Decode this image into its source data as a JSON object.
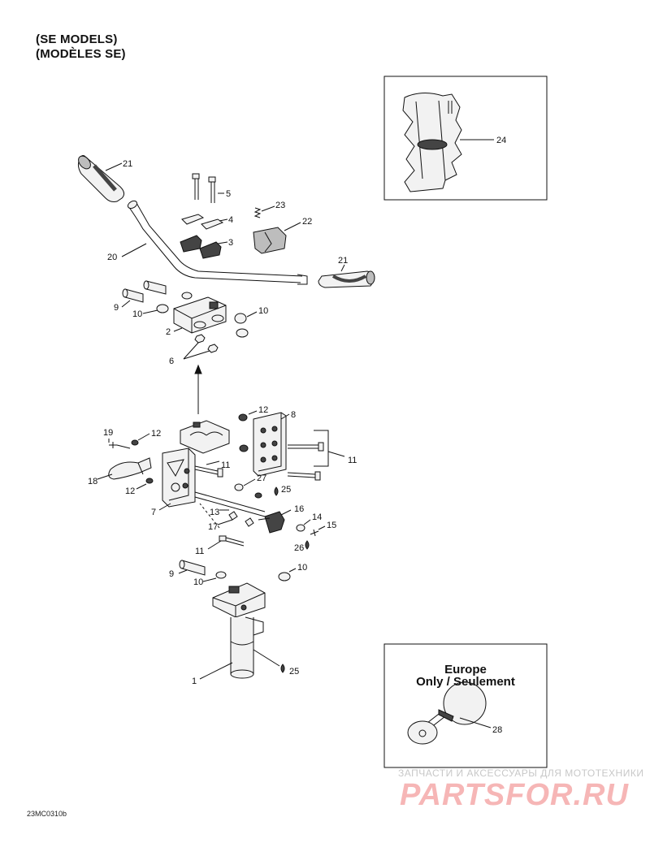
{
  "header": {
    "line1": "(SE MODELS)",
    "line2": "(MODÈLES SE)"
  },
  "europe_box": {
    "line1": "Europe",
    "line2": "Only / Seulement"
  },
  "callouts": [
    {
      "id": "c24",
      "label": "24"
    },
    {
      "id": "c21a",
      "label": "21"
    },
    {
      "id": "c5",
      "label": "5"
    },
    {
      "id": "c23",
      "label": "23"
    },
    {
      "id": "c4",
      "label": "4"
    },
    {
      "id": "c22",
      "label": "22"
    },
    {
      "id": "c3",
      "label": "3"
    },
    {
      "id": "c20",
      "label": "20"
    },
    {
      "id": "c21b",
      "label": "21"
    },
    {
      "id": "c9a",
      "label": "9"
    },
    {
      "id": "c10a",
      "label": "10"
    },
    {
      "id": "c10b",
      "label": "10"
    },
    {
      "id": "c2",
      "label": "2"
    },
    {
      "id": "c6",
      "label": "6"
    },
    {
      "id": "c12a",
      "label": "12"
    },
    {
      "id": "c8",
      "label": "8"
    },
    {
      "id": "c19",
      "label": "19"
    },
    {
      "id": "c12b",
      "label": "12"
    },
    {
      "id": "c11a",
      "label": "11"
    },
    {
      "id": "c11b",
      "label": "11"
    },
    {
      "id": "c18",
      "label": "18"
    },
    {
      "id": "c27",
      "label": "27"
    },
    {
      "id": "c12c",
      "label": "12"
    },
    {
      "id": "c25a",
      "label": "25"
    },
    {
      "id": "c7",
      "label": "7"
    },
    {
      "id": "c13",
      "label": "13"
    },
    {
      "id": "c16",
      "label": "16"
    },
    {
      "id": "c14",
      "label": "14"
    },
    {
      "id": "c17",
      "label": "17"
    },
    {
      "id": "c15",
      "label": "15"
    },
    {
      "id": "c26",
      "label": "26"
    },
    {
      "id": "c11c",
      "label": "11"
    },
    {
      "id": "c9b",
      "label": "9"
    },
    {
      "id": "c10c",
      "label": "10"
    },
    {
      "id": "c10d",
      "label": "10"
    },
    {
      "id": "c1",
      "label": "1"
    },
    {
      "id": "c25b",
      "label": "25"
    },
    {
      "id": "c28",
      "label": "28"
    }
  ],
  "watermark": {
    "top": "ЗАПЧАСТИ И АКСЕССУАРЫ ДЛЯ МОТОТЕХНИКИ",
    "brand": "PARTSFOR.RU"
  },
  "figure_code": "23MC0310b",
  "colors": {
    "line": "#111111",
    "fill_light": "#f2f2f2",
    "fill_mid": "#bdbdbd",
    "fill_dark": "#444444",
    "watermark": "#f6b6b6"
  }
}
